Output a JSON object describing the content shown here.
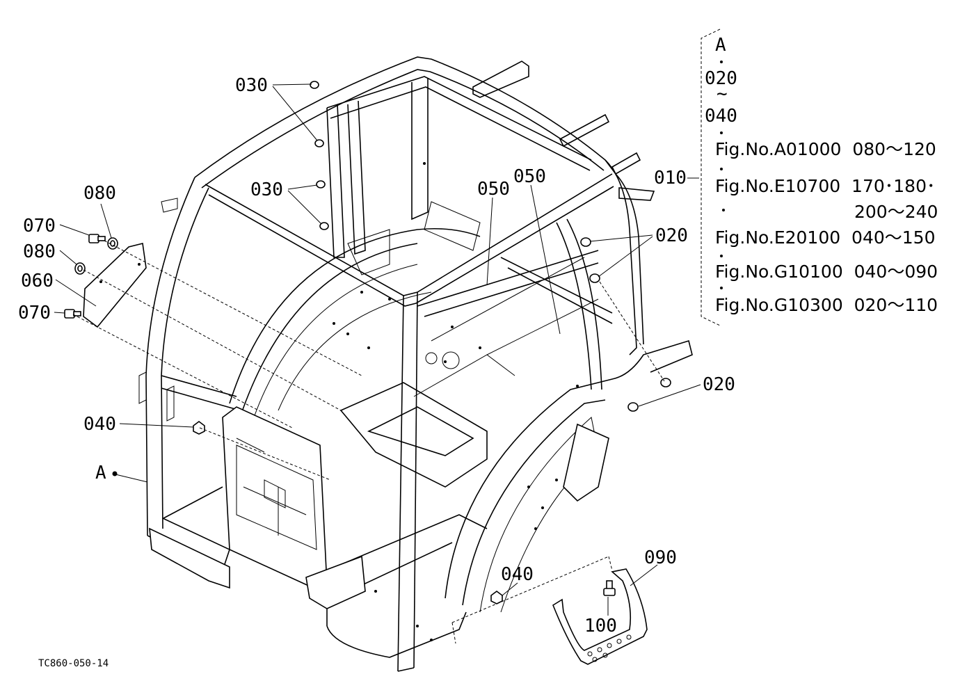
{
  "callouts": {
    "c030_top": "030",
    "c030_mid": "030",
    "c050_left": "050",
    "c050_right": "050",
    "c010": "010",
    "c020_upper": "020",
    "c020_lower": "020",
    "c080_top": "080",
    "c070_top": "070",
    "c080_mid": "080",
    "c060": "060",
    "c070_bottom": "070",
    "c040_left": "040",
    "c_A": "A",
    "c040_bottom": "040",
    "c090": "090",
    "c100": "100"
  },
  "legend": {
    "title": "A",
    "line_020": "020",
    "tilde": "~",
    "line_040": "040",
    "fig1": "Fig.No.A01000  080～120",
    "fig2": "Fig.No.E10700  170･180･",
    "fig2b": "200～240",
    "fig3": "Fig.No.E20100  040～150",
    "fig4": "Fig.No.G10100  040～090",
    "fig5": "Fig.No.G10300  020～110"
  },
  "drawing_code": "TC860-050-14"
}
